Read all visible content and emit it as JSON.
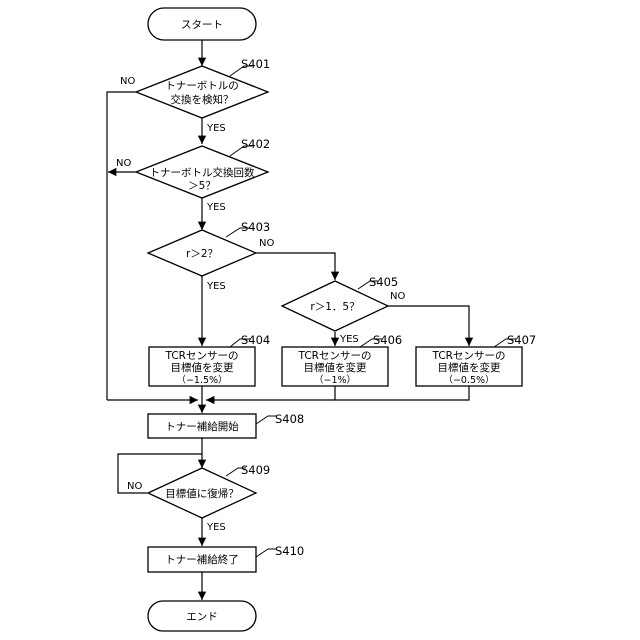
{
  "terminals": {
    "start": "スタート",
    "end": "エンド"
  },
  "steps": {
    "s401": {
      "id": "S401",
      "lines": [
        "トナーボトルの",
        "交換を検知？"
      ]
    },
    "s402": {
      "id": "S402",
      "lines": [
        "トナーボトル交換回数",
        "＞5？"
      ]
    },
    "s403": {
      "id": "S403",
      "lines": [
        "r＞2？"
      ]
    },
    "s404": {
      "id": "S404",
      "lines": [
        "TCRセンサーの",
        "目標値を変更",
        "（−1.5%）"
      ]
    },
    "s405": {
      "id": "S405",
      "lines": [
        "r＞1．5？"
      ]
    },
    "s406": {
      "id": "S406",
      "lines": [
        "TCRセンサーの",
        "目標値を変更",
        "（−1%）"
      ]
    },
    "s407": {
      "id": "S407",
      "lines": [
        "TCRセンサーの",
        "目標値を変更",
        "（−0.5%）"
      ]
    },
    "s408": {
      "id": "S408",
      "lines": [
        "トナー補給開始"
      ]
    },
    "s409": {
      "id": "S409",
      "lines": [
        "目標値に復帰？"
      ]
    },
    "s410": {
      "id": "S410",
      "lines": [
        "トナー補給終了"
      ]
    }
  },
  "branches": {
    "yes": "YES",
    "no": "NO"
  }
}
